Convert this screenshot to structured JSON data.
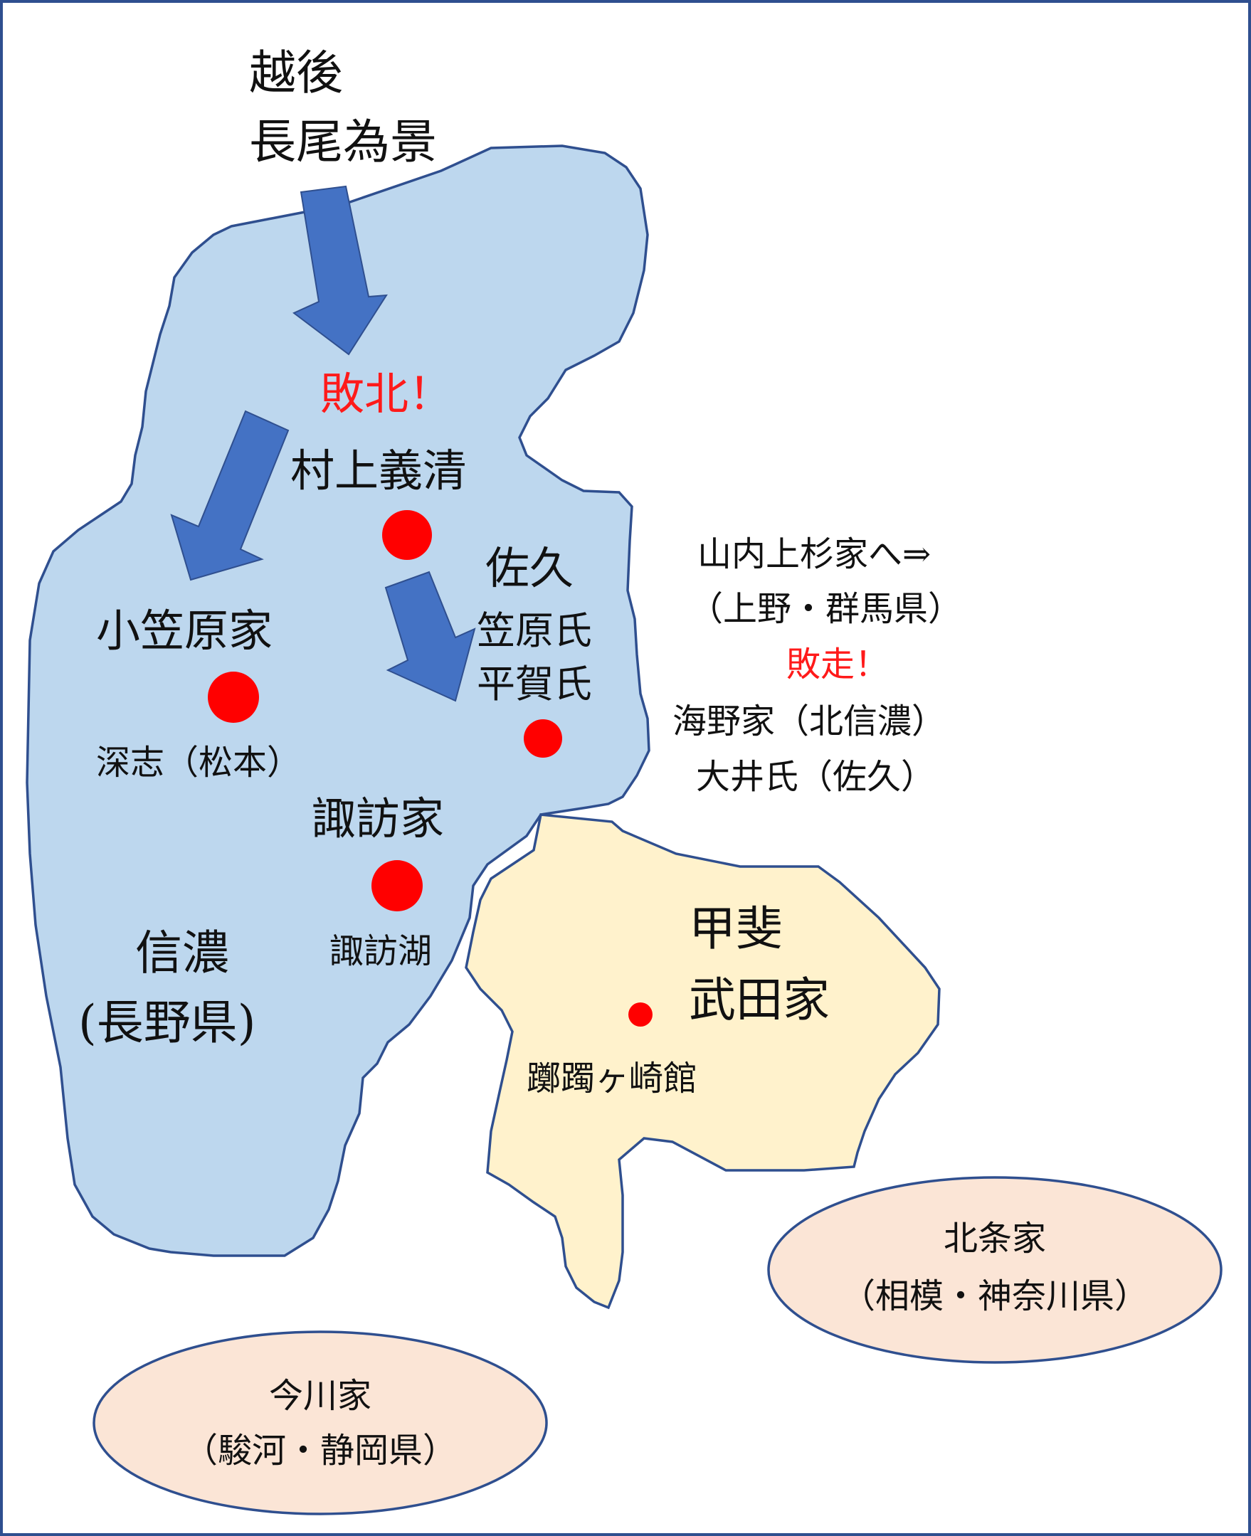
{
  "colors": {
    "frame": "#2f4f8f",
    "shinano_fill": "#bdd7ee",
    "kai_fill": "#fff2cc",
    "border": "#2f4f8f",
    "arrow": "#4472c4",
    "marker": "#ff0000",
    "emphasis_text": "#ff1a1a",
    "clan_ellipse_fill": "#fbe5d6"
  },
  "echigo": {
    "province": "越後",
    "lord": "長尾為景"
  },
  "labels": {
    "defeat": "敗北！",
    "murakami": "村上義清",
    "saku": "佐久",
    "kasahara": "笠原氏",
    "hiraga": "平賀氏",
    "ogasawara": "小笠原家",
    "fukashi": "深志（松本）",
    "suwa_clan": "諏訪家",
    "suwa_lake": "諏訪湖",
    "shinano_province": "信濃",
    "shinano_modern": "(長野県)",
    "kai_province": "甲斐",
    "takeda": "武田家",
    "tsutsujigasaki": "躑躅ヶ崎館"
  },
  "side_note": {
    "line1": "山内上杉家へ⇒",
    "line2": "（上野・群馬県）",
    "flee": "敗走！",
    "line4": "海野家（北信濃）",
    "line5": "大井氏（佐久）"
  },
  "hojo": {
    "name": "北条家",
    "region": "（相模・神奈川県）"
  },
  "imagawa": {
    "name": "今川家",
    "region": "（駿河・静岡県）"
  },
  "icons": {
    "arrow": "down-arrow-icon",
    "marker": "red-dot-marker"
  }
}
